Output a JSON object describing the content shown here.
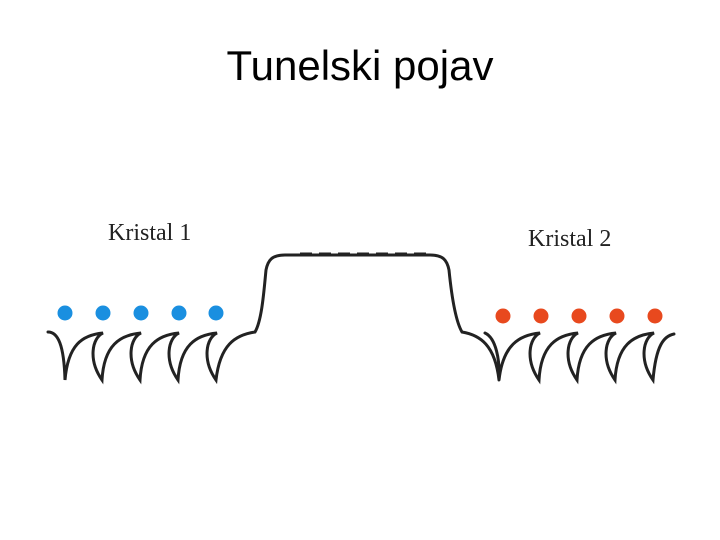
{
  "slide": {
    "title": "Tunelski pojav"
  },
  "crystals": [
    {
      "label": "Kristal 1",
      "particle_color": "#1a8fe0",
      "particle_count": 5
    },
    {
      "label": "Kristal 2",
      "particle_color": "#e8491e",
      "particle_count": 5
    }
  ],
  "colors": {
    "potential_line": "#222222"
  }
}
